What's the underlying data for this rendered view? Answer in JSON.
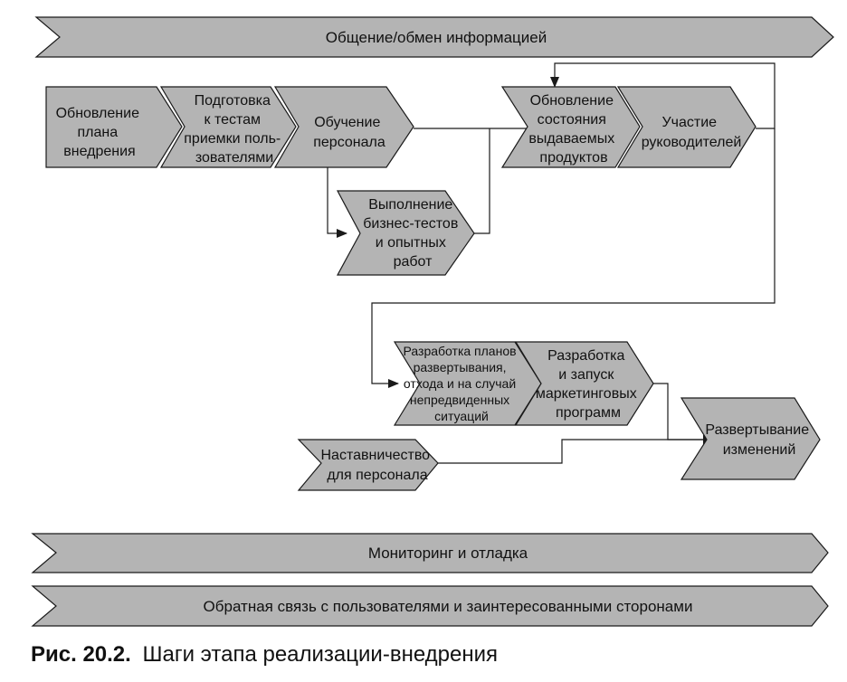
{
  "banners": {
    "top": "Общение/обмен информацией",
    "monitoring": "Мониторинг и отладка",
    "feedback": "Обратная связь с пользователями и заинтересованными сторонами"
  },
  "nodes": {
    "plan_update": [
      "Обновление",
      "плана",
      "внедрения"
    ],
    "test_prep": [
      "Подготовка",
      "к тестам",
      "приемки поль-",
      "зователями"
    ],
    "staff_training": [
      "Обучение",
      "персонала"
    ],
    "business_tests": [
      "Выполнение",
      "бизнес-тестов",
      "и опытных",
      "работ"
    ],
    "products_update": [
      "Обновление",
      "состояния",
      "выдаваемых",
      "продуктов"
    ],
    "management": [
      "Участие",
      "руководителей"
    ],
    "deployment_plans": [
      "Разработка планов",
      "развертывания,",
      "отхода и на случай",
      "непредвиденных",
      "ситуаций"
    ],
    "marketing": [
      "Разработка",
      "и запуск",
      "маркетинговых",
      "программ"
    ],
    "mentoring": [
      "Наставничество",
      "для персонала"
    ],
    "deploy_changes": [
      "Развертывание",
      "изменений"
    ]
  },
  "caption": {
    "number": "Рис. 20.2.",
    "text": "Шаги этапа реализации-внедрения"
  },
  "colors": {
    "fill": "#b4b4b4",
    "stroke": "#1a1a1a",
    "text": "#111111"
  }
}
